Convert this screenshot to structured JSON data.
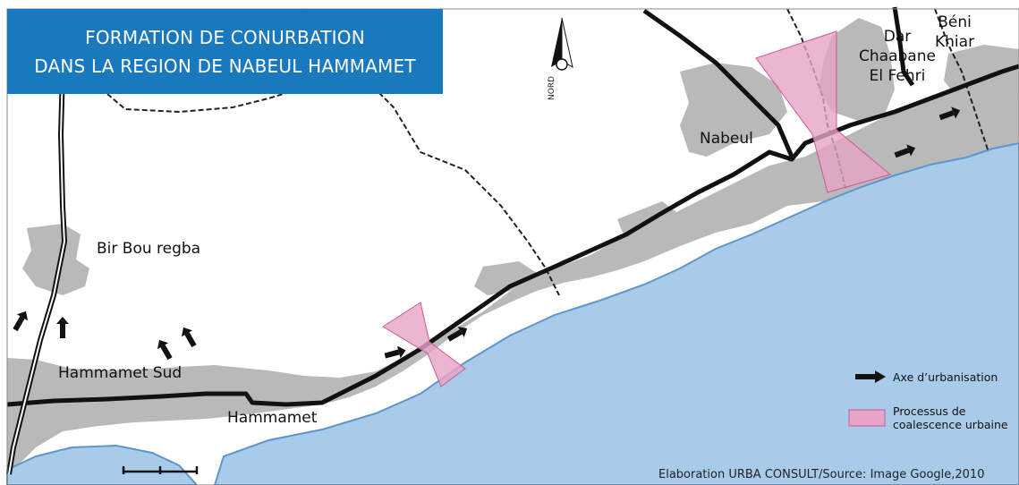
{
  "title": {
    "line1": "FORMATION DE CONURBATION",
    "line2": "DANS LA REGION DE NABEUL HAMMAMET"
  },
  "north_label": "NORD",
  "places": {
    "beni_khiar": [
      "Béni",
      "Khiar"
    ],
    "dar_chaabane": [
      "Dar",
      "Chaabane",
      "El Fehri"
    ],
    "nabeul": "Nabeul",
    "bir_bou_regba": "Bir Bou regba",
    "hammamet_sud": "Hammamet Sud",
    "hammamet": "Hammamet"
  },
  "legend": {
    "axis_label": "Axe d’urbanisation",
    "coalescence_label": [
      "Processus de",
      "coalescence urbaine"
    ]
  },
  "source": "Elaboration URBA CONSULT/Source: Image Google,2010",
  "colors": {
    "title_bg": "#1a78be",
    "sea": "#a9cbea",
    "sea_edge": "#5d95d0",
    "urban": "#b9b9b9",
    "coalescence_fill": "#e7a4c7",
    "road": "#111111"
  }
}
